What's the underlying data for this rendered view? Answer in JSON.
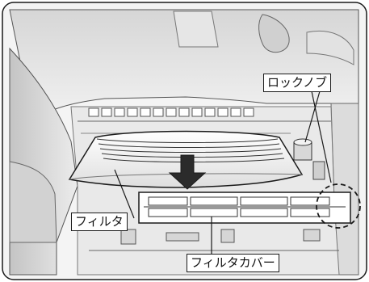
{
  "labels": {
    "lock_knob": "ロックノブ",
    "filter": "フィルタ",
    "filter_cover": "フィルタカバー"
  },
  "colors": {
    "line": "#1a1a1a",
    "panel_light": "#efefef",
    "panel_mid": "#dcdcdc",
    "panel_dark": "#b9b9b9",
    "filter_fill": "#f7f7f7",
    "arrow": "#2b2b2b"
  }
}
